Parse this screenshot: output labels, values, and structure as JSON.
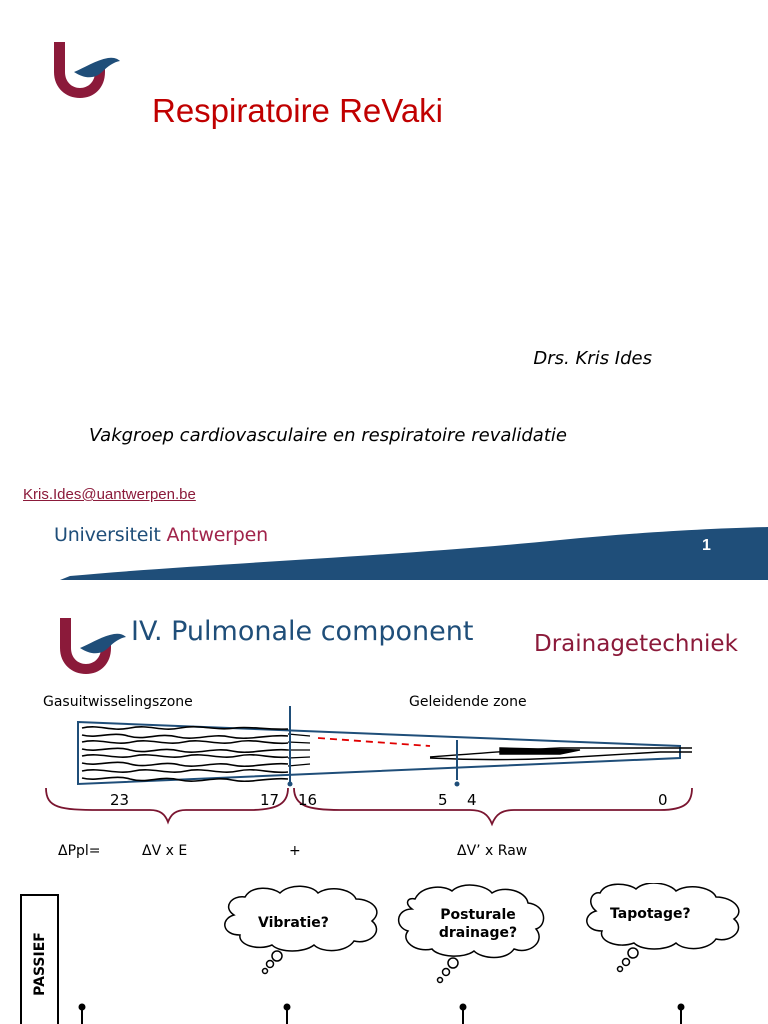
{
  "slide1": {
    "title": "Respiratoire ReVaki",
    "author": "Drs. Kris Ides",
    "department": "Vakgroep cardiovasculaire en respiratoire revalidatie",
    "email": "Kris.Ides@uantwerpen.be",
    "university_part1": "Universiteit",
    "university_part2": "Antwerpen",
    "page_number": "1"
  },
  "slide2": {
    "title": "IV. Pulmonale component",
    "subtitle": "Drainagetechniek",
    "zone_left": "Gasuitwisselingszone",
    "zone_right": "Geleidende zone",
    "generations": [
      "23",
      "17",
      "16",
      "5",
      "4",
      "0"
    ],
    "formula": {
      "lhs": "ΔPpl=",
      "term1": "ΔV x E",
      "plus": "+",
      "term2": "ΔV’ x Raw"
    },
    "bubbles": {
      "b1": "Vibratie?",
      "b2_line1": "Posturale",
      "b2_line2": "drainage?",
      "b3": "Tapotage?"
    },
    "side_label": "PASSIEF"
  },
  "colors": {
    "title_red": "#c00000",
    "uni_blue": "#1f4e79",
    "uni_maroon": "#a0234a",
    "banner_blue": "#1f4e79"
  }
}
